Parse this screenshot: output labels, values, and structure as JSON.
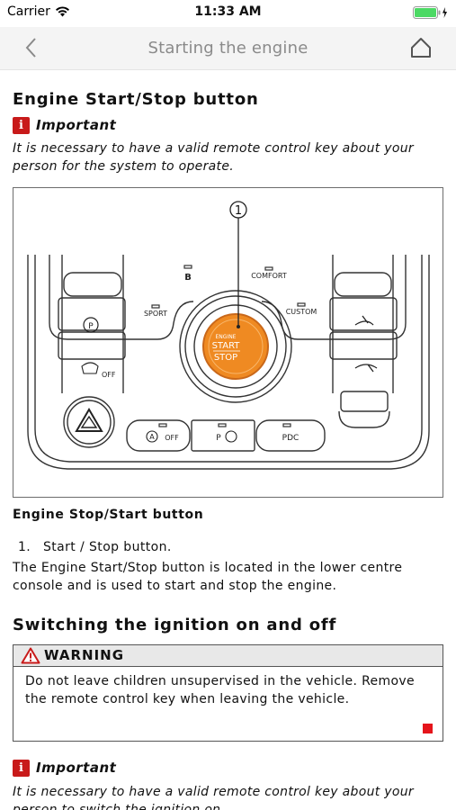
{
  "status_bar": {
    "carrier": "Carrier",
    "time": "11:33 AM",
    "battery_color": "#4cd964"
  },
  "nav": {
    "title": "Starting the engine",
    "back_icon": "chevron-left-icon",
    "home_icon": "home-icon"
  },
  "sections": {
    "engine_button": {
      "heading": "Engine Start/Stop button",
      "important_label": "Important",
      "important_text": "It is necessary to have a valid remote control key about your person for the system to operate.",
      "figure": {
        "callout": "1",
        "labels": {
          "engine": "ENGINE",
          "start": "START",
          "stop": "STOP",
          "sport": "SPORT",
          "comfort": "COMFORT",
          "custom": "CUSTOM",
          "off": "OFF",
          "park": "P",
          "pdc": "PDC"
        }
      },
      "caption": "Engine Stop/Start button",
      "list": [
        {
          "num": "1.",
          "text": "Start / Stop button."
        }
      ],
      "description": "The Engine Start/Stop button is located in the lower centre console and is used to start and stop the engine."
    },
    "ignition": {
      "heading": "Switching the ignition on and off",
      "warning_title": "WARNING",
      "warning_text": "Do not leave children unsupervised in the vehicle. Remove the remote control key when leaving the vehicle.",
      "important_label": "Important",
      "important_text": "It is necessary to have a valid remote control key about your person to switch the ignition on."
    }
  },
  "colors": {
    "accent_red": "#c81a1a",
    "end_mark": "#e5141b",
    "start_button_orange": "#ef8a22"
  }
}
